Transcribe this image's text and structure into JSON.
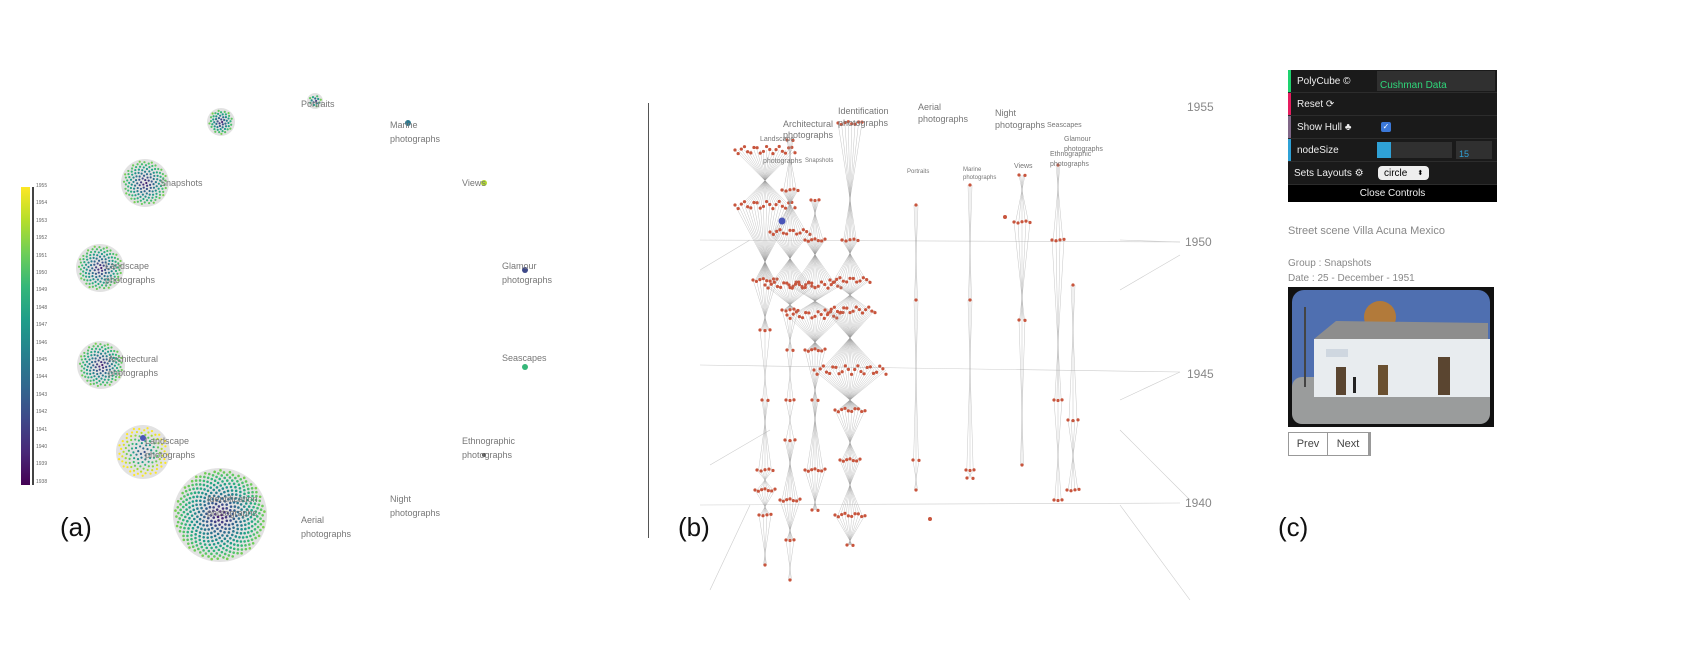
{
  "panel_labels": {
    "a": "(a)",
    "b": "(b)",
    "c": "(c)"
  },
  "colorbar": {
    "ticks": [
      "1955",
      "1954",
      "1953",
      "1952",
      "1951",
      "1950",
      "1949",
      "1948",
      "1947",
      "1946",
      "1945",
      "1944",
      "1943",
      "1942",
      "1941",
      "1940",
      "1939",
      "1938"
    ],
    "colors": [
      "#440154",
      "#482878",
      "#3e4989",
      "#31688e",
      "#26828e",
      "#1f9e89",
      "#35b779",
      "#6ece58",
      "#b5de2b",
      "#fde725"
    ]
  },
  "panel_a": {
    "groups": [
      {
        "name": "Portraits",
        "line1": "Portraits",
        "line2": ""
      },
      {
        "name": "Marine photographs",
        "line1": "Marine",
        "line2": "photographs"
      },
      {
        "name": "Snapshots",
        "line1": "Snapshots",
        "line2": ""
      },
      {
        "name": "Views",
        "line1": "Views",
        "line2": ""
      },
      {
        "name": "Landscape photographs",
        "line1": "Landscape",
        "line2": "photographs"
      },
      {
        "name": "Glamour photographs",
        "line1": "Glamour",
        "line2": "photographs"
      },
      {
        "name": "Architectural photographs",
        "line1": "Architectural",
        "line2": "photographs"
      },
      {
        "name": "Seascapes",
        "line1": "Seascapes",
        "line2": ""
      },
      {
        "name": "Landscape photographs",
        "line1": "Landscape",
        "line2": "photographs"
      },
      {
        "name": "Ethnographic photographs",
        "line1": "Ethnographic",
        "line2": "photographs"
      },
      {
        "name": "Identification photographs",
        "line1": "Identification",
        "line2": "photographs"
      },
      {
        "name": "Night photographs",
        "line1": "Night",
        "line2": "photographs"
      },
      {
        "name": "Aerial photographs",
        "line1": "Aerial",
        "line2": "photographs"
      }
    ]
  },
  "panel_b": {
    "years": [
      "1955",
      "1950",
      "1945",
      "1940"
    ],
    "labels": {
      "landscape": "Landscape",
      "landscape2": "photographs",
      "architectural": "Architectural",
      "architectural2": "photographs",
      "snapshots": "Snapshots",
      "identification": "Identification",
      "identification2": "photographs",
      "aerial": "Aerial",
      "aerial2": "photographs",
      "night": "Night",
      "night2": "photographs",
      "portraits": "Portraits",
      "marine": "Marine",
      "marine2": "photographs",
      "views": "Views",
      "seascapes": "Seascapes",
      "glamour": "Glamour",
      "glamour2": "photographs",
      "ethnographic": "Ethnographic",
      "ethnographic2": "photographs"
    },
    "node_color": "#c8553d"
  },
  "controls": {
    "title_label": "PolyCube ©",
    "title_value": "Cushman Data",
    "reset_label": "Reset",
    "show_hull_label": "Show Hull",
    "show_hull_checked": true,
    "node_size_label": "nodeSize",
    "node_size_value": "15",
    "node_size_fraction": 0.18,
    "sets_layouts_label": "Sets Layouts",
    "sets_layouts_value": "circle",
    "close_label": "Close Controls"
  },
  "detail": {
    "title": "Street scene Villa Acuna Mexico",
    "group": "Group : Snapshots",
    "date": "Date : 25 - December - 1951",
    "prev_label": "Prev",
    "next_label": "Next"
  }
}
